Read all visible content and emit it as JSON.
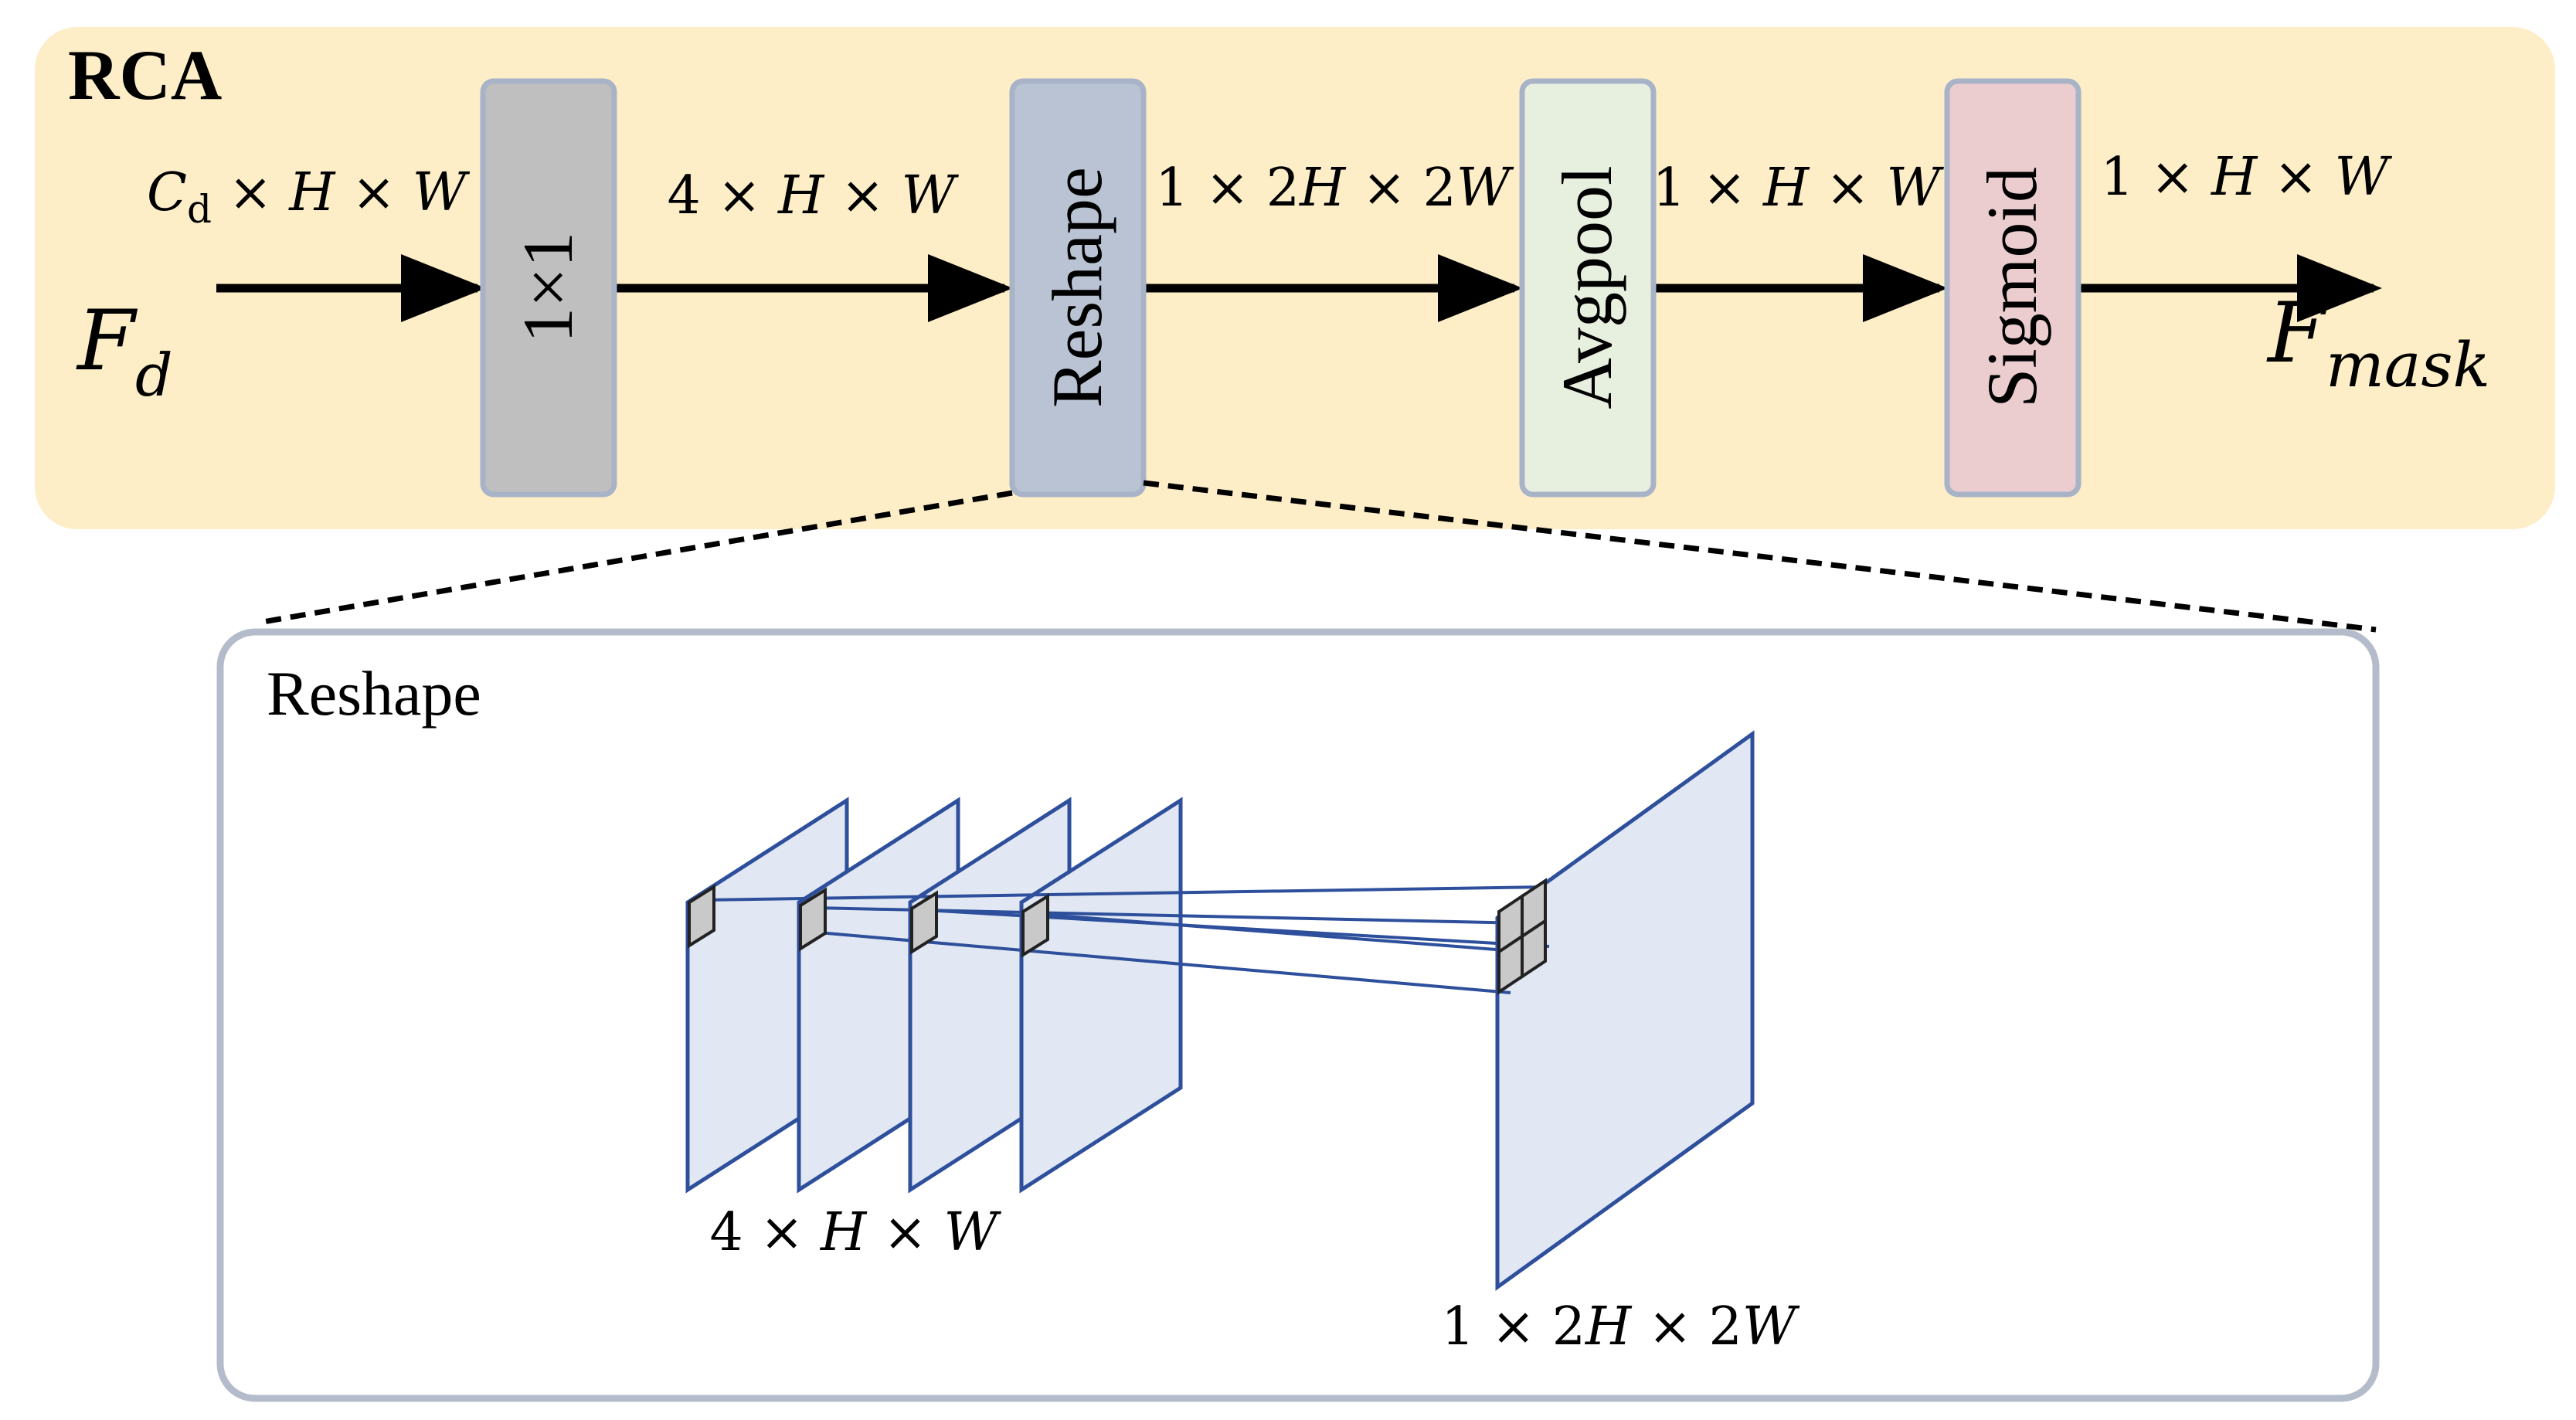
{
  "module": {
    "title": "RCA"
  },
  "input": {
    "symbol": "F",
    "subscript": "d",
    "shape": {
      "c": "C",
      "c_sub": "d",
      "rest_1": " × ",
      "h": "H",
      "rest_2": " × ",
      "w": "W"
    }
  },
  "blocks": [
    {
      "label": "1×1"
    },
    {
      "label": "Reshape"
    },
    {
      "label": "Avgpool"
    },
    {
      "label": "Sigmoid"
    }
  ],
  "edge_labels": [
    {
      "pre": "4 × ",
      "a": "H",
      "mid": " × ",
      "b": "W"
    },
    {
      "pre": "1 × 2",
      "a": "H",
      "mid": " × 2",
      "b": "W"
    },
    {
      "pre": "1 × ",
      "a": "H",
      "mid": " × ",
      "b": "W"
    },
    {
      "pre": "1 × ",
      "a": "H",
      "mid": " × ",
      "b": "W"
    }
  ],
  "output": {
    "symbol": "F",
    "subscript": "mask"
  },
  "detail": {
    "title": "Reshape",
    "left_stack_label": {
      "pre": "4 × ",
      "a": "H",
      "mid": " × ",
      "b": "W"
    },
    "right_plane_label": {
      "pre": "1 × 2",
      "a": "H",
      "mid": " × 2",
      "b": "W"
    }
  },
  "colors": {
    "module_bg": "#fdeec8",
    "block_conv": "#bfbfbf",
    "block_reshape": "#b9c3d3",
    "block_avgpool": "#e7f0df",
    "block_sigmoid": "#ebcccf",
    "block_border": "#a9b3c8",
    "plane_fill": "#e1e8f3",
    "plane_stroke": "#2e4f9c",
    "detail_border": "#b4bccb"
  }
}
